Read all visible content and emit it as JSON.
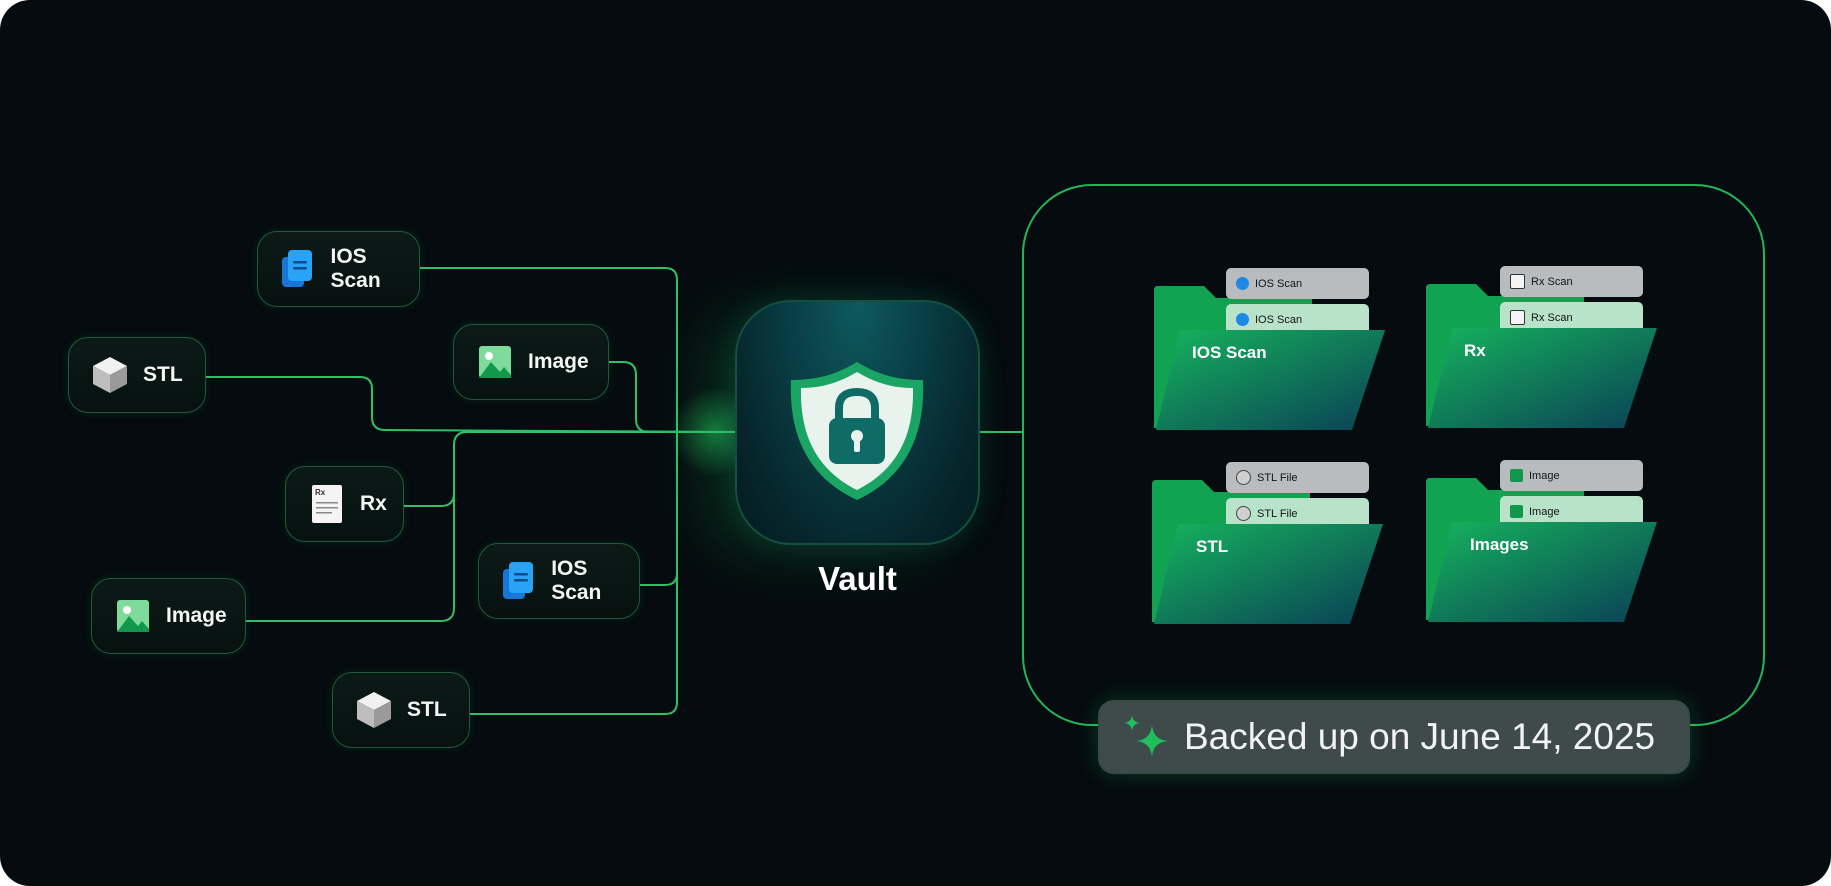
{
  "sources": [
    {
      "id": "ios-scan-1",
      "label": "IOS Scan",
      "icon": "document-icon"
    },
    {
      "id": "stl-1",
      "label": "STL",
      "icon": "cube-icon"
    },
    {
      "id": "image-1",
      "label": "Image",
      "icon": "image-icon"
    },
    {
      "id": "rx-1",
      "label": "Rx",
      "icon": "prescription-icon"
    },
    {
      "id": "image-2",
      "label": "Image",
      "icon": "image-icon"
    },
    {
      "id": "ios-scan-2",
      "label": "IOS Scan",
      "icon": "document-icon"
    },
    {
      "id": "stl-2",
      "label": "STL",
      "icon": "cube-icon"
    }
  ],
  "vault": {
    "label": "Vault",
    "icon": "shield-lock-icon"
  },
  "folders": [
    {
      "name": "IOS Scan",
      "files": [
        "IOS Scan",
        "IOS Scan"
      ],
      "icon": "document-icon"
    },
    {
      "name": "Rx",
      "files": [
        "Rx Scan",
        "Rx Scan"
      ],
      "icon": "prescription-icon"
    },
    {
      "name": "STL",
      "files": [
        "STL File",
        "STL File"
      ],
      "icon": "cube-icon"
    },
    {
      "name": "Images",
      "files": [
        "Image",
        "Image"
      ],
      "icon": "image-icon"
    }
  ],
  "backup": {
    "text": "Backed up on June 14, 2025",
    "icon": "sparkle-icon"
  },
  "colors": {
    "background": "#050b0f",
    "accent_green": "#22c55e",
    "wire": "#2fbf66",
    "folder_green": "#14a85a",
    "folder_teal": "#0b4a5c"
  }
}
